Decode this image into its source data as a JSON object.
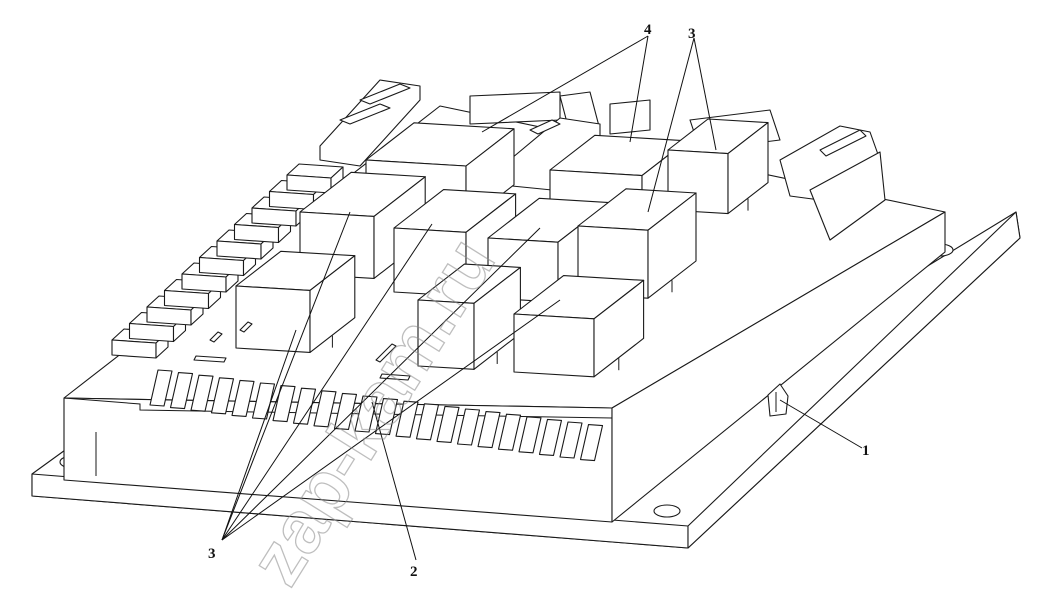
{
  "callouts": [
    {
      "id": "c1",
      "text": "1"
    },
    {
      "id": "c2",
      "text": "2"
    },
    {
      "id": "c3a",
      "text": "3"
    },
    {
      "id": "c3b",
      "text": "3"
    },
    {
      "id": "c4",
      "text": "4"
    }
  ],
  "watermark": "zap-kam.ru"
}
